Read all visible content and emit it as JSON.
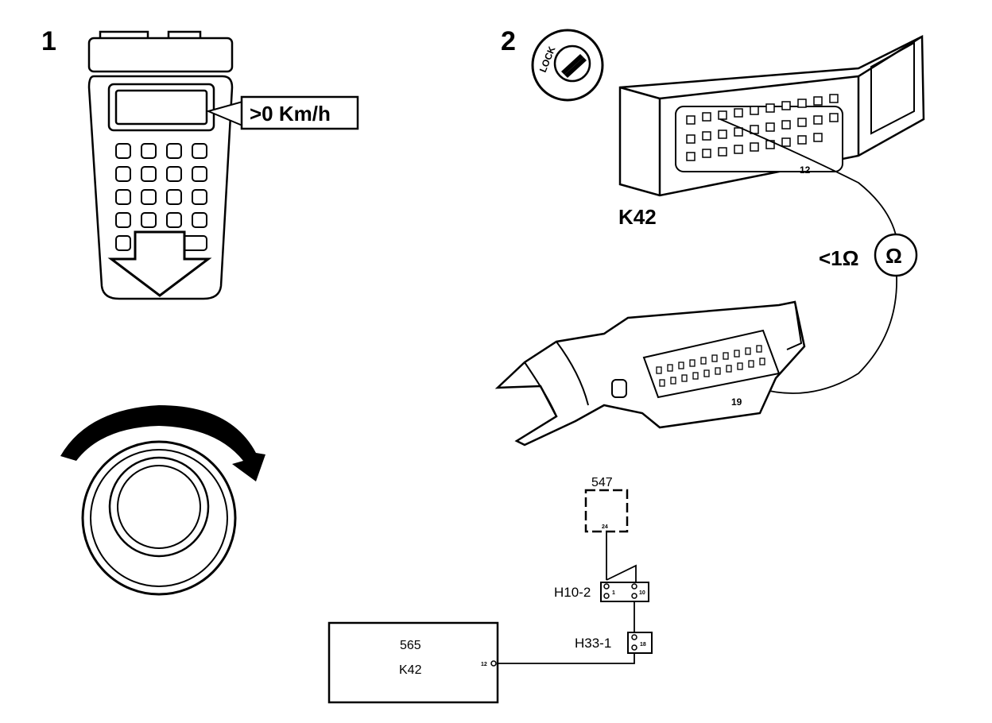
{
  "steps": {
    "step1_number": "1",
    "step2_number": "2"
  },
  "tester": {
    "readout": ">0 Km/h"
  },
  "ignition": {
    "lock_label": "LOCK"
  },
  "ecu_connector": {
    "label": "K42",
    "pin_label": "12"
  },
  "ohmmeter": {
    "reading": "<1Ω",
    "symbol": "Ω"
  },
  "harness_connector": {
    "pin_label": "19"
  },
  "schematic": {
    "component_547": "547",
    "component_547_pin": "24",
    "connector_h10_label": "H10-2",
    "connector_h10_pin_left": "1",
    "connector_h10_pin_right": "10",
    "connector_h33_label": "H33-1",
    "connector_h33_pin": "18",
    "unit_number": "565",
    "unit_name": "K42",
    "unit_pin": "12"
  }
}
